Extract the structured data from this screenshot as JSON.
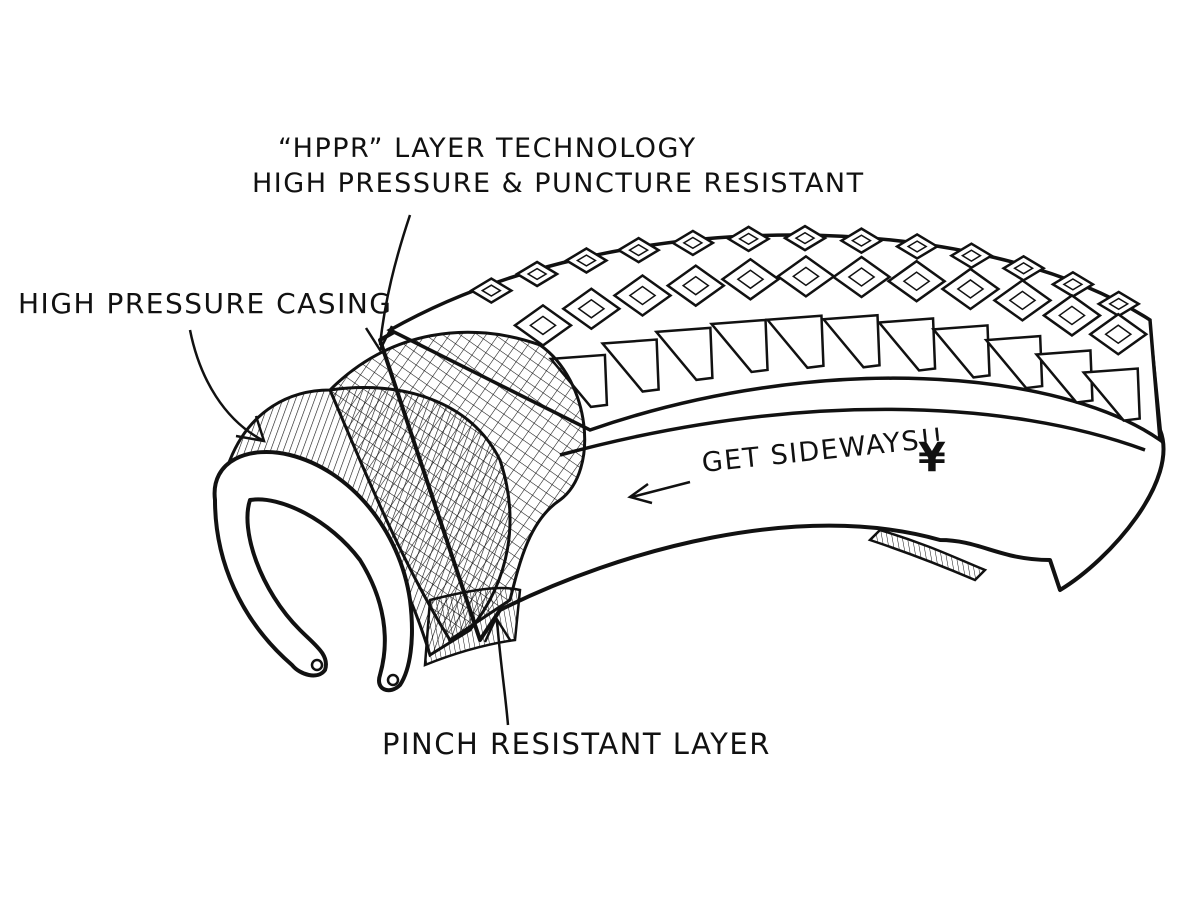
{
  "labels": {
    "hppr_line1": "“HPPR” LAYER TECHNOLOGY",
    "hppr_line2": "HIGH PRESSURE & PUNCTURE RESISTANT",
    "high_pressure_casing": "HIGH PRESSURE CASING",
    "pinch_resistant_layer": "PINCH RESISTANT LAYER",
    "get_sideways": "GET SIDEWAYS!!",
    "brand_mark": "¥"
  },
  "colors": {
    "ink": "#111111",
    "background": "#ffffff"
  }
}
